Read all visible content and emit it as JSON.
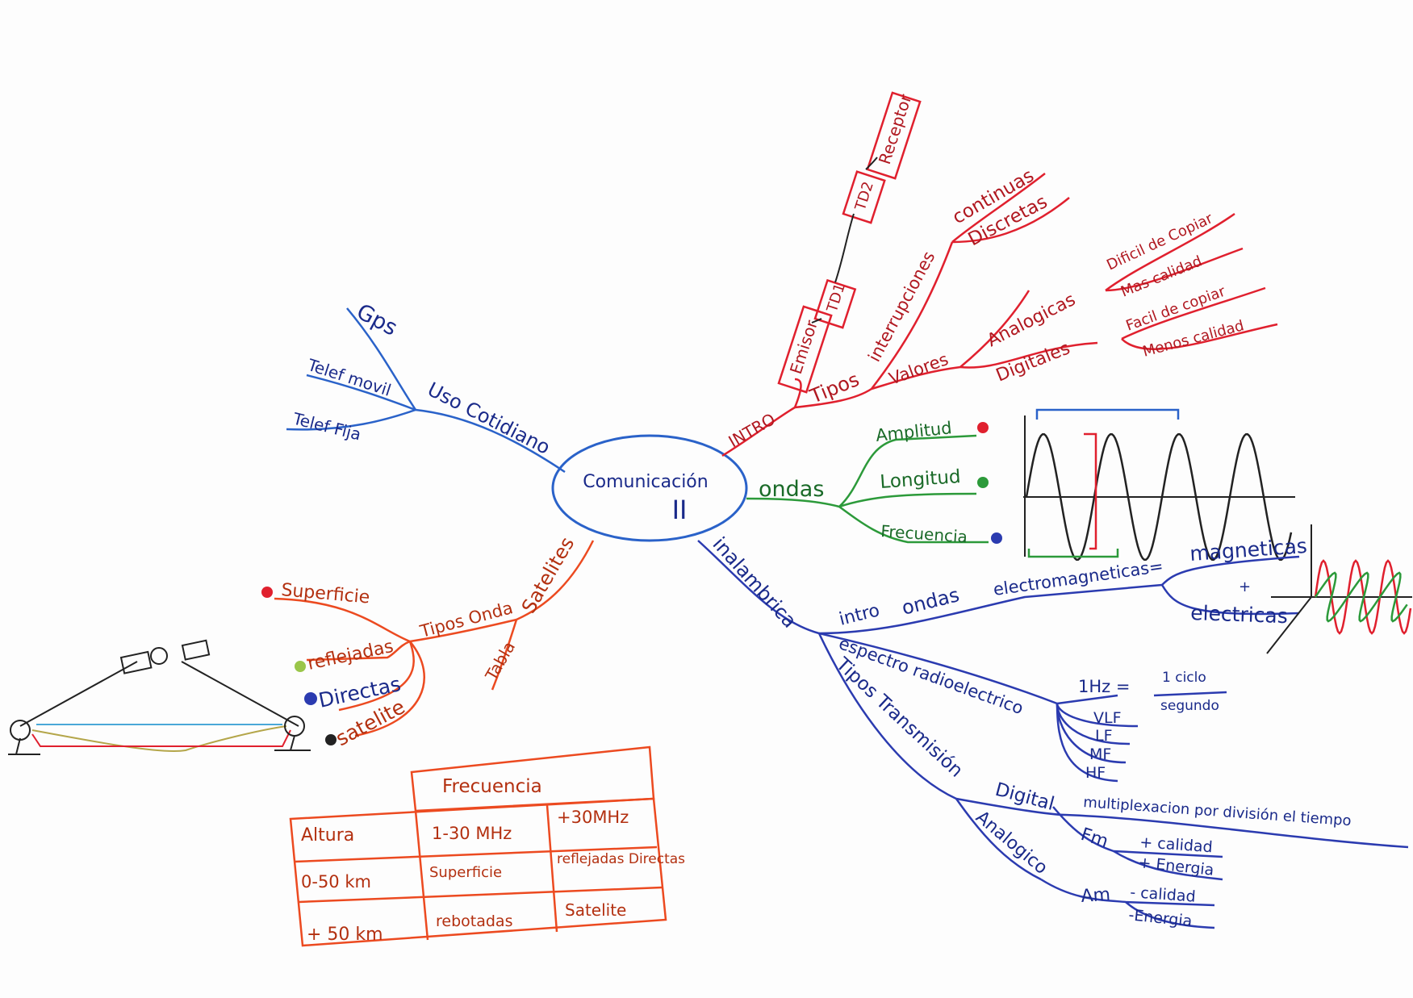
{
  "colors": {
    "blue": "#2a62c9",
    "navy": "#2b3bb0",
    "red": "#e0202e",
    "green": "#2c9a3a",
    "orange": "#ec4a20",
    "black": "#222222",
    "yellow": "#b4a64a",
    "lightgreen": "#9ac64a",
    "cyan": "#4aa8d8"
  },
  "center": {
    "title": "Comunicación",
    "numeral": "II"
  },
  "uso": {
    "label": "Uso Cotidiano",
    "items": [
      "Gps",
      "Telef movil",
      "Telef Fija"
    ]
  },
  "intro": {
    "label": "INTRO",
    "emisor": "Emisor",
    "td1": "TD1",
    "td2": "TD2",
    "receptor": "Receptor",
    "tipos": "Tipos",
    "interrupciones": "interrupciones",
    "continuas": "continuas",
    "discretas": "Discretas",
    "valores": "Valores",
    "analogicas": "Analogicas",
    "digitales": "Digitales",
    "dificil": "Dificil de Copiar",
    "mas_calidad": "Mas calidad",
    "facil": "Facil de copiar",
    "menos_calidad": "Menos calidad"
  },
  "ondas": {
    "label": "ondas",
    "items": [
      "Amplitud",
      "Longitud",
      "Frecuencia"
    ],
    "dot_colors": [
      "#e0202e",
      "#2c9a3a",
      "#2b3bb0"
    ]
  },
  "inalambrica": {
    "label": "inalambrica",
    "intro": "intro",
    "ondas": "ondas",
    "electro": "electromagneticas=",
    "magneticas": "magneticas",
    "plus": "+",
    "electricas": "electricas",
    "espectro": "espectro radioelectrico",
    "hz": "1Hz =",
    "ciclo": "1 ciclo",
    "segundo": "segundo",
    "bands": [
      "VLF",
      "LF",
      "MF",
      "HF"
    ],
    "tipos_trans": "Tipos Transmisión",
    "digital": "Digital",
    "multiplex": "multiplexacion por división el tiempo",
    "analogico": "Analogico",
    "fm": "Fm",
    "am": "Am",
    "fm_items": [
      "+ calidad",
      "+ Energia"
    ],
    "am_items": [
      "- calidad",
      "-Energia"
    ]
  },
  "satelites": {
    "label": "Satelites",
    "tipos_onda": "Tipos Onda",
    "tabla": "Tabla",
    "items": [
      "Superficie",
      "reflejadas",
      "Directas",
      "satelite"
    ],
    "dot_colors": [
      "#e0202e",
      "#9ac64a",
      "#2b3bb0",
      "#222222"
    ]
  },
  "table": {
    "header": "Frecuencia",
    "rows": [
      [
        "Altura",
        "1-30 MHz",
        "+30MHz"
      ],
      [
        "0-50 km",
        "Superficie",
        "reflejadas Directas"
      ],
      [
        "+ 50 km",
        "rebotadas",
        "Satelite"
      ]
    ]
  }
}
